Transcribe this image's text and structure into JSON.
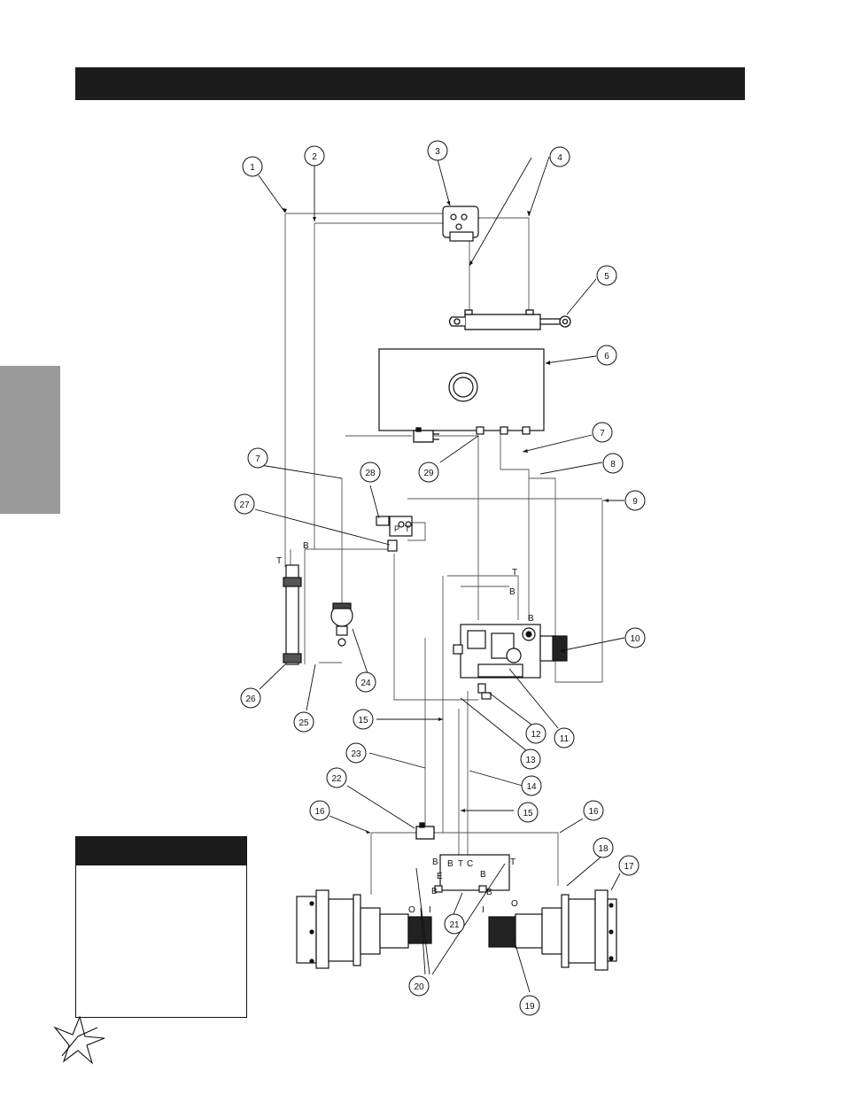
{
  "callouts": [
    "1",
    "2",
    "3",
    "4",
    "5",
    "6",
    "7",
    "7",
    "8",
    "9",
    "10",
    "11",
    "12",
    "13",
    "14",
    "15",
    "15",
    "16",
    "16",
    "17",
    "18",
    "19",
    "20",
    "21",
    "22",
    "23",
    "24",
    "25",
    "26",
    "27",
    "28",
    "29"
  ],
  "port_labels": [
    "T",
    "B",
    "T",
    "B",
    "B",
    "B",
    "B",
    "B",
    "T",
    "C",
    "T",
    "E",
    "B",
    "B",
    "O",
    "I",
    "O",
    "I",
    "P",
    "T"
  ],
  "colors": {
    "header_bar": "#1c1c1c",
    "side_tab": "#9a9a9a",
    "line": "#555555",
    "part": "#111111"
  },
  "icons": [
    "logo-star-icon"
  ]
}
